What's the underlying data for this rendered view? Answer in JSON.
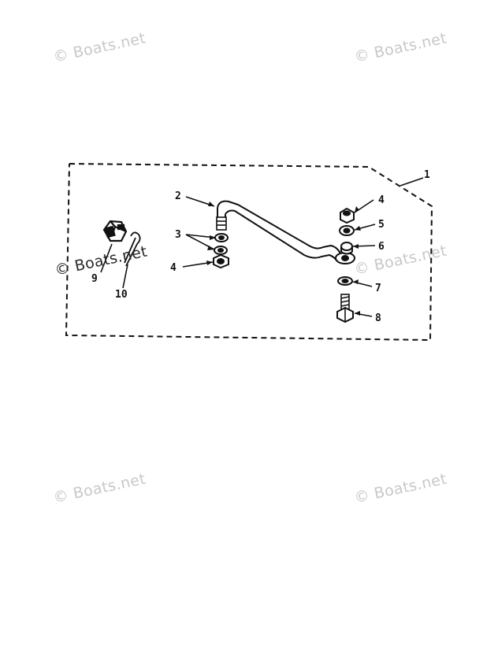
{
  "watermark": "© Boats.net",
  "callouts": {
    "n1": "1",
    "n2": "2",
    "n3": "3",
    "n4a": "4",
    "n4b": "4",
    "n5": "5",
    "n6": "6",
    "n7": "7",
    "n8": "8",
    "n9": "9",
    "n10": "10"
  },
  "colors": {
    "ink": "#111111",
    "watermark": "#c8c8c8",
    "background": "#ffffff"
  }
}
